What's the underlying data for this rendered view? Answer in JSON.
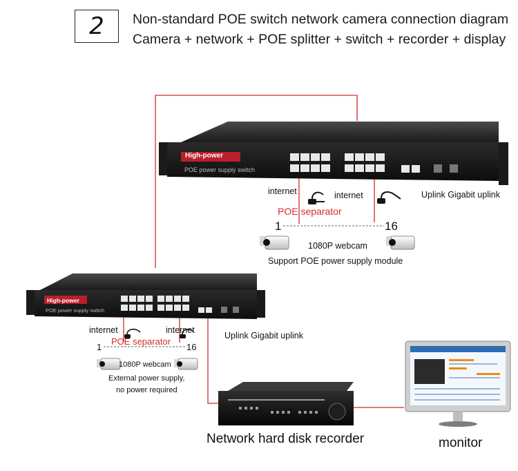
{
  "step_number": "2",
  "title_line1": "Non-standard POE switch network camera connection diagram",
  "title_line2": "Camera + network + POE splitter + switch + recorder + display",
  "top_switch": {
    "brand": "High-power",
    "subtitle": "POE power supply switch",
    "internet_left": "internet",
    "internet_right": "internet",
    "separator": "POE separator",
    "uplink": "Uplink Gigabit uplink",
    "cam_first": "1",
    "cam_last": "16",
    "cam_label": "1080P webcam",
    "cam_note": "Support POE power supply module"
  },
  "bottom_switch": {
    "brand": "High-power",
    "subtitle": "POE power supply switch",
    "internet_left": "internet",
    "internet_right": "internet",
    "separator": "POE separator",
    "uplink": "Uplink Gigabit uplink",
    "cam_first": "1",
    "cam_last": "16",
    "cam_label": "1080P webcam",
    "cam_note1": "External power supply,",
    "cam_note2": "no power required"
  },
  "recorder_label": "Network hard disk recorder",
  "monitor_label": "monitor",
  "colors": {
    "cable": "#d42a2a",
    "accent": "#d42a2a"
  }
}
